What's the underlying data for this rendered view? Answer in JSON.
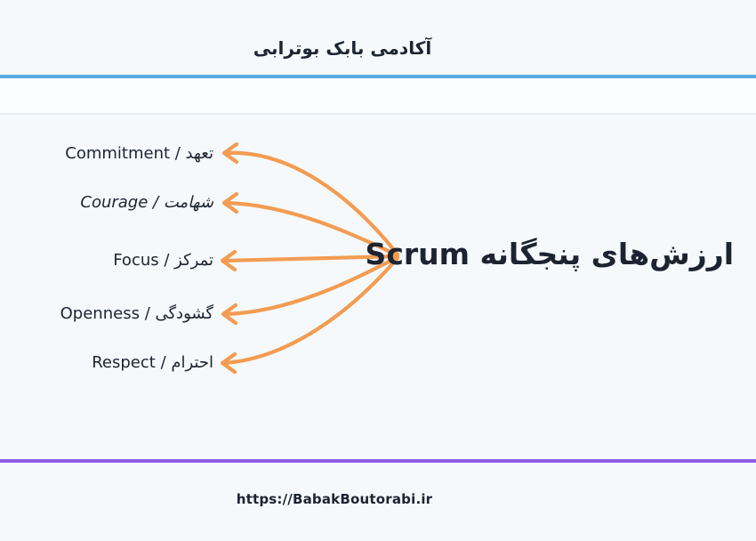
{
  "theme": {
    "bg": "#F5F9FC",
    "bandBg": "#FAFCFE",
    "text": "#1C2431",
    "blueLine": "#5BAAE5",
    "purpleLine": "#8E5CE8",
    "orange": "#F39C51",
    "divider": "#E5EEF5"
  },
  "header": {
    "title": "آکادمی بابک بوترابی"
  },
  "diagram": {
    "title": "ارزش‌های پنجگانه Scrum",
    "values": [
      "تعهد / Commitment",
      "شهامت / Courage",
      "تمرکز / Focus",
      "گشودگی / Openness",
      "احترام / Respect"
    ]
  },
  "footer": {
    "url": "https://BabakBoutorabi.ir"
  }
}
